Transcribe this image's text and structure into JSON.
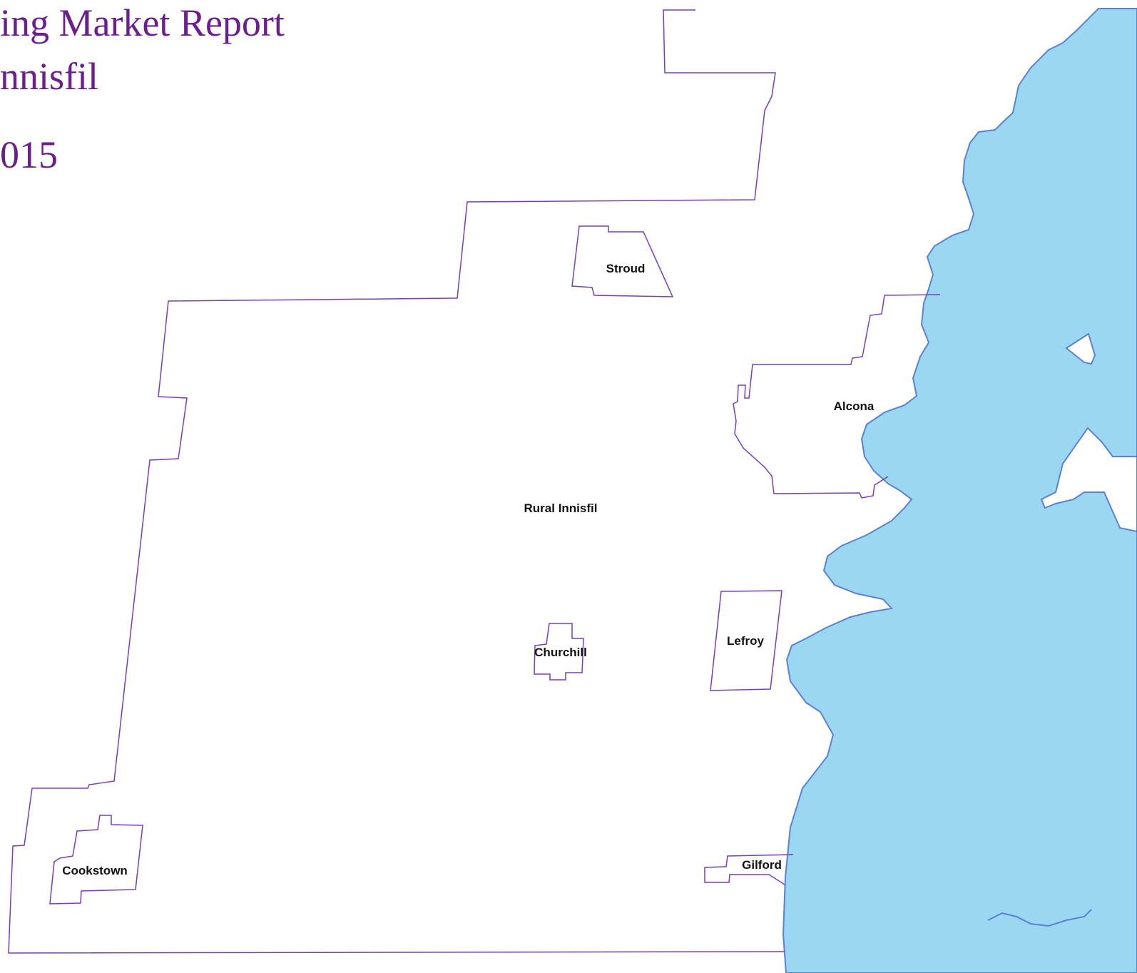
{
  "title": {
    "line1": "ing Market Report",
    "line2": "nnisfil",
    "line3": "015"
  },
  "colors": {
    "boundary": "#7a3bbf",
    "water_fill": "#99d8f0",
    "water_stroke": "#5e7fd6",
    "title": "#6b1e8f"
  },
  "map": {
    "areas": [
      {
        "id": "rural-innisfil",
        "label": "Rural Innisfil"
      },
      {
        "id": "stroud",
        "label": "Stroud"
      },
      {
        "id": "alcona",
        "label": "Alcona"
      },
      {
        "id": "churchill",
        "label": "Churchill"
      },
      {
        "id": "lefroy",
        "label": "Lefroy"
      },
      {
        "id": "cookstown",
        "label": "Cookstown"
      },
      {
        "id": "gilford",
        "label": "Gilford"
      }
    ]
  }
}
